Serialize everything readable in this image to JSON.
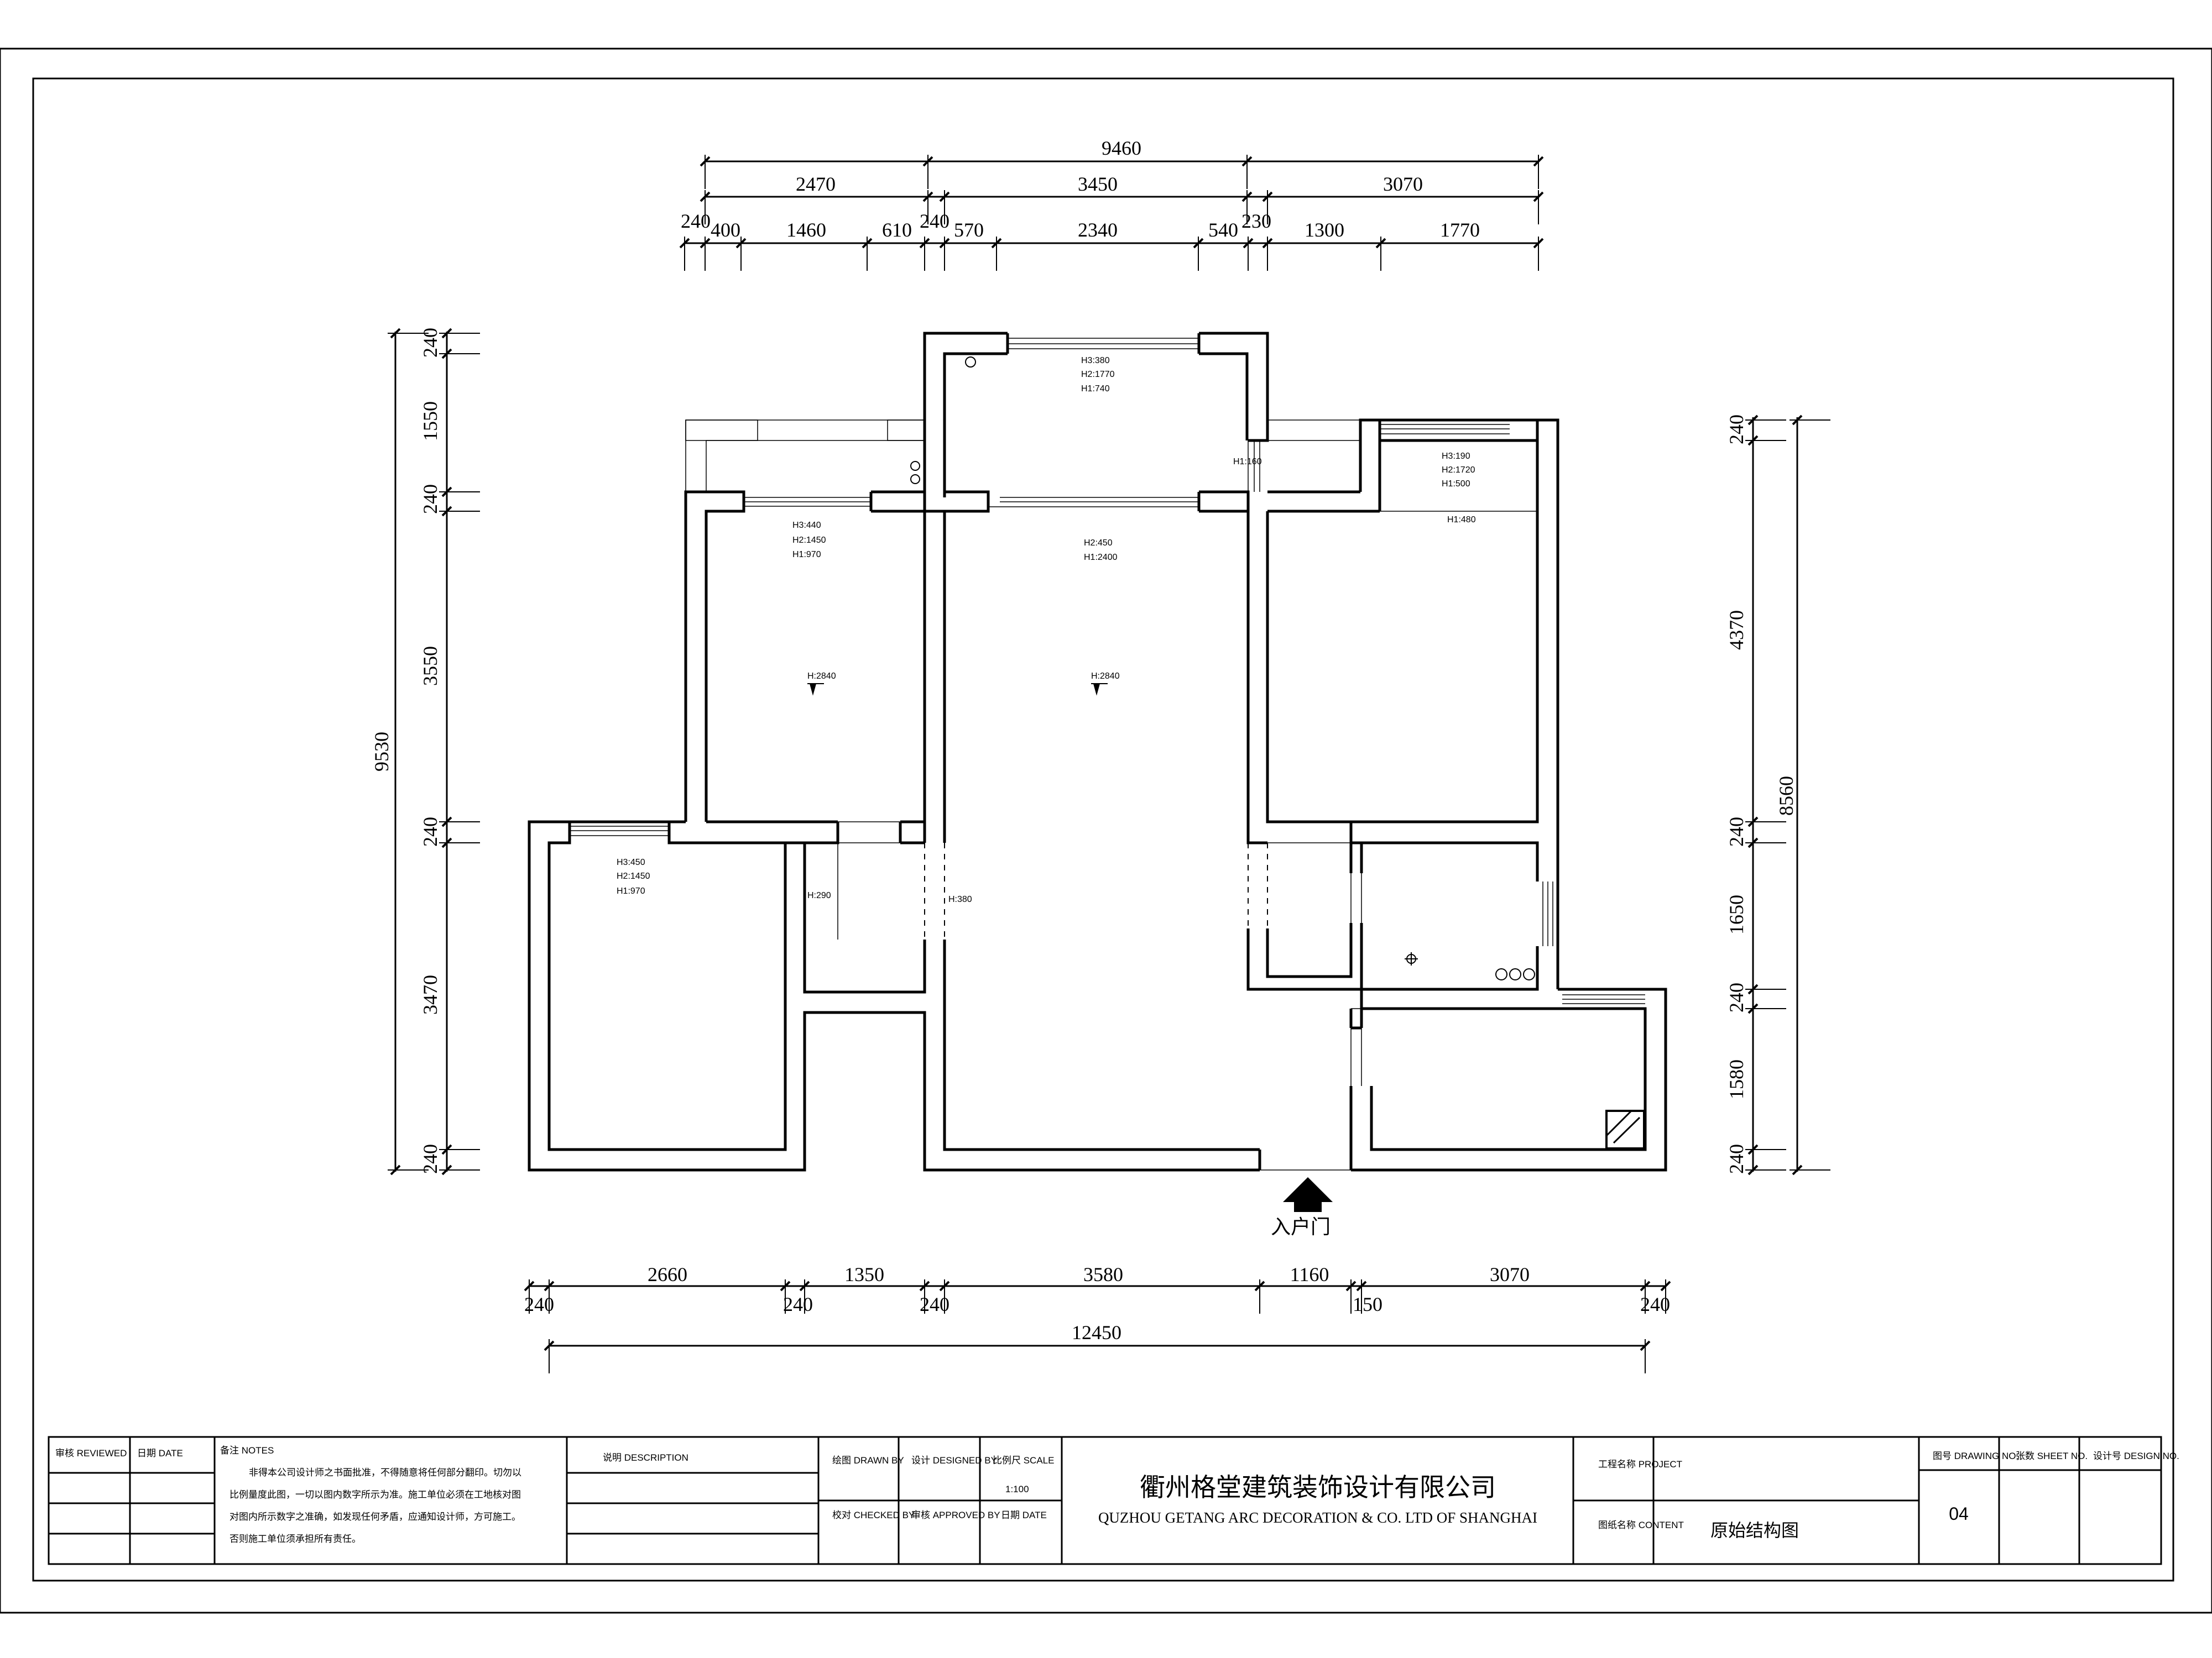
{
  "dimensions": {
    "top_total": "9460",
    "top_mid": [
      "2470",
      "3450",
      "3070"
    ],
    "top_detail": [
      "240",
      "400",
      "1460",
      "610",
      "240",
      "570",
      "2340",
      "540",
      "230",
      "1300",
      "1770"
    ],
    "left_total": "9530",
    "left_detail": [
      "240",
      "1550",
      "240",
      "3550",
      "240",
      "3470",
      "240"
    ],
    "right_total": "8560",
    "right_detail": [
      "240",
      "4370",
      "240",
      "1650",
      "240",
      "1580",
      "240"
    ],
    "bottom_top": [
      "2660",
      "1350",
      "3580",
      "1160",
      "3070"
    ],
    "bottom_walls": [
      "240",
      "240",
      "240",
      "150",
      "240"
    ],
    "bottom_total": "12450"
  },
  "annotations": {
    "balcony_window": [
      "H3:380",
      "H2:1770",
      "H1:740"
    ],
    "bed1_window": [
      "H3:440",
      "H2:1450",
      "H1:970"
    ],
    "living_window": [
      "H2:450",
      "H1:2400"
    ],
    "bed2_window": [
      "H3:190",
      "H2:1720",
      "H1:500"
    ],
    "bed3_window": [
      "H3:450",
      "H2:1450",
      "H1:970"
    ],
    "balcony_door": "H1:160",
    "bed2_beam": "H1:480",
    "ceiling_h1": "H:2840",
    "ceiling_h2": "H:2840",
    "corridor_beam": "H:290",
    "living_beam": "H:380"
  },
  "entry_label": "入户门",
  "title_block": {
    "designed_by_label": "审核 REVIEWED",
    "date_label": "日期 DATE",
    "notes_label": "备注 NOTES",
    "notes_lines": [
      "非得本公司设计师之书面批准，不得随意将任何部分翻印。切勿以",
      "比例量度此图，一切以图内数字所示为准。施工单位必须在工地核对图",
      "对图内所示数字之准确，如发现任何矛盾，应通知设计师，方可施工。",
      "否则施工单位须承担所有责任。"
    ],
    "description_label": "说明 DESCRIPTION",
    "drawn_label": "绘图 DRAWN BY",
    "design_label": "设计 DESIGNED BY",
    "scale_label": "比例尺 SCALE",
    "scale_value": "1:100",
    "check_label": "校对 CHECKED BY",
    "approved_label": "审核 APPROVED BY",
    "date2_label": "日期 DATE",
    "company_cn": "衢州格堂建筑装饰设计有限公司",
    "company_en": "QUZHOU GETANG ARC DECORATION  &   CO. LTD OF SHANGHAI",
    "project_label": "工程名称 PROJECT",
    "drawing_name_label": "图纸名称 CONTENT",
    "drawing_title": "原始结构图",
    "drawing_no_label": "图号 DRAWING NO.",
    "sheet_label": "张数 SHEET NO.",
    "design_no_label": "设计号 DESIGN NO.",
    "sheet_value": "04"
  }
}
